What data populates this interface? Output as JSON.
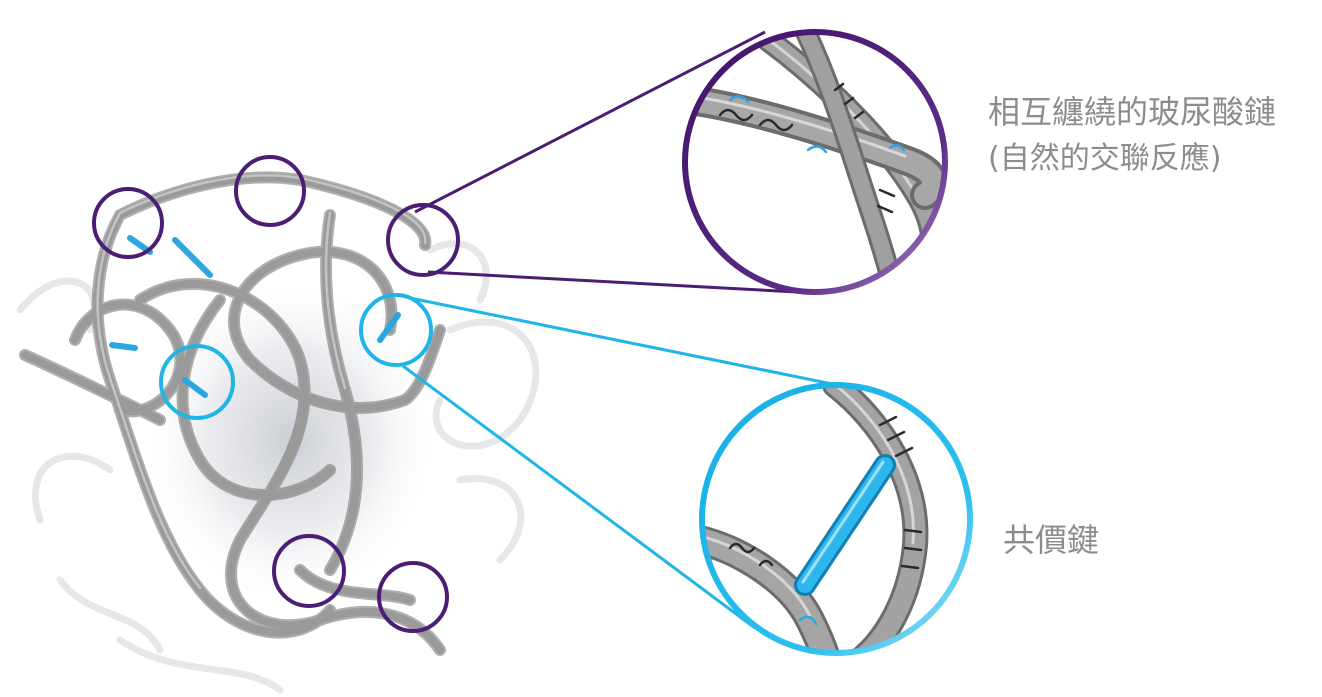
{
  "labels": {
    "entangled_chains": "相互纏繞的玻尿酸鏈",
    "natural_crosslink": "(自然的交聯反應)",
    "covalent_bond": "共價鍵"
  },
  "colors": {
    "entanglement_circle": "#4b1d73",
    "crosslink_circle": "#1fb5e6",
    "chain_gray": "#8e8e8e",
    "bond_blue": "#2aa7e0",
    "label_text": "#8c8c8c"
  },
  "callouts": {
    "entanglement_small_circles": 5,
    "crosslink_small_circles": 2
  }
}
